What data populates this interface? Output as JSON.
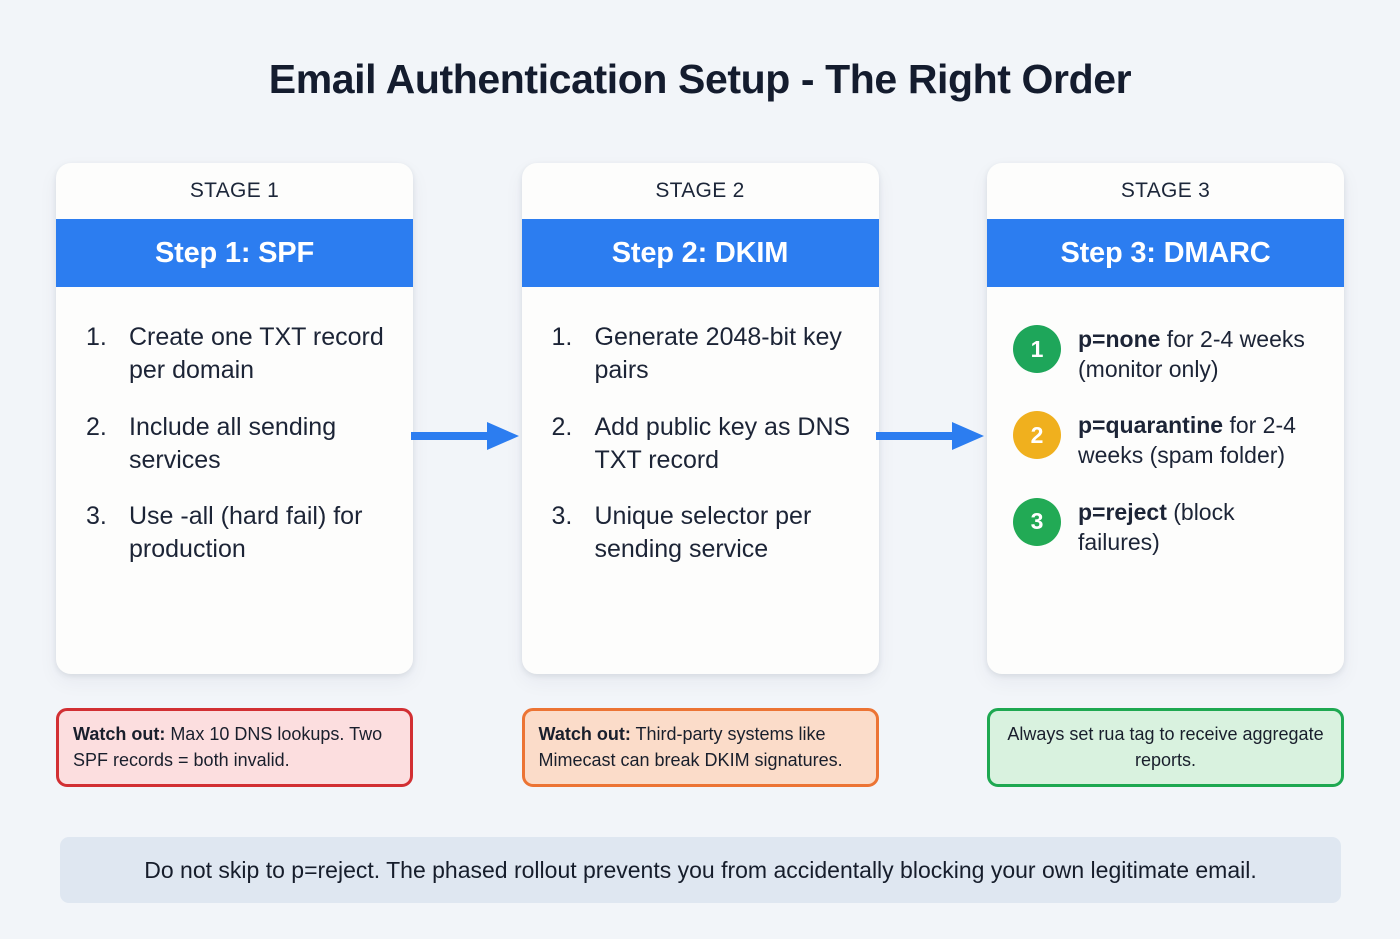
{
  "title": "Email Authentication Setup - The Right Order",
  "colors": {
    "background": "#f2f5f9",
    "header_blue": "#2c7df0",
    "arrow_blue": "#2c7df0",
    "badge_green": "#1ea65a",
    "badge_amber": "#f0b01e",
    "badge_green_bright": "#22aa55",
    "note_red_border": "#d22f33",
    "note_orange_border": "#ec7434",
    "note_green_border": "#1ea851",
    "footer_bg": "#dfe7f1"
  },
  "stages": [
    {
      "stage_label": "STAGE 1",
      "header": "Step 1: SPF",
      "steps": [
        "Create one TXT record per domain",
        "Include all sending services",
        "Use -all (hard fail) for production"
      ],
      "note": {
        "style": "red",
        "lead": "Watch out:",
        "text": " Max 10 DNS lookups. Two SPF records = both invalid."
      }
    },
    {
      "stage_label": "STAGE 2",
      "header": "Step 2: DKIM",
      "steps": [
        "Generate 2048-bit key pairs",
        "Add public key as DNS TXT record",
        "Unique selector per sending service"
      ],
      "note": {
        "style": "orange",
        "lead": "Watch out:",
        "text": " Third-party systems like Mimecast can break DKIM signatures."
      }
    },
    {
      "stage_label": "STAGE 3",
      "header": "Step 3: DMARC",
      "policies": [
        {
          "number": "1",
          "color": "#1ea65a",
          "bold": "p=none",
          "rest": " for 2-4 weeks (monitor only)"
        },
        {
          "number": "2",
          "color": "#f0b01e",
          "bold": "p=quarantine",
          "rest": " for 2-4 weeks (spam folder)"
        },
        {
          "number": "3",
          "color": "#22aa55",
          "bold": "p=reject",
          "rest": " (block failures)"
        }
      ],
      "note": {
        "style": "green",
        "lead": "",
        "text": "Always set rua tag to receive aggregate reports."
      }
    }
  ],
  "arrows": [
    {
      "name": "arrow-stage1-to-stage2"
    },
    {
      "name": "arrow-stage2-to-stage3"
    }
  ],
  "footer": "Do not skip to p=reject. The phased rollout prevents you from accidentally blocking your own legitimate email."
}
